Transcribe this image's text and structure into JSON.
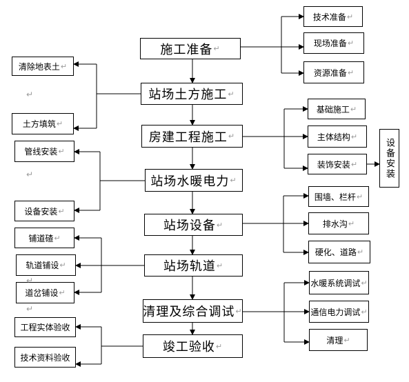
{
  "main_steps": [
    {
      "label": "施工准备",
      "mark": "↵"
    },
    {
      "label": "站场土方施工",
      "mark": "↵"
    },
    {
      "label": "房建工程施工",
      "mark": "↵"
    },
    {
      "label": "站场水暖电力",
      "mark": "↵"
    },
    {
      "label": "站场设备",
      "mark": "↵"
    },
    {
      "label": "站场轨道",
      "mark": "↵"
    },
    {
      "label": "清理及综合调试",
      "mark": "↵"
    },
    {
      "label": "竣工验收",
      "mark": "↵"
    }
  ],
  "prep_items": [
    {
      "label": "技术准备",
      "mark": "↵"
    },
    {
      "label": "现场准备",
      "mark": "↵"
    },
    {
      "label": "资源准备",
      "mark": "↵"
    }
  ],
  "earthwork_items": [
    {
      "label": "清除地表土",
      "mark": "↵"
    },
    {
      "label": "土方填筑",
      "mark": "↵"
    }
  ],
  "building_items": [
    {
      "label": "基础施工",
      "mark": "↵"
    },
    {
      "label": "主体结构",
      "mark": "↵"
    },
    {
      "label": "装饰安装",
      "mark": "↵"
    }
  ],
  "equipment_install_box": {
    "label": "设备安装"
  },
  "hvac_items": [
    {
      "label": "管线安装",
      "mark": "↵"
    },
    {
      "label": "设备安装",
      "mark": "↵"
    }
  ],
  "station_equipment_items": [
    {
      "label": "围墙、栏杆",
      "mark": "↵"
    },
    {
      "label": "排水沟",
      "mark": "↵"
    },
    {
      "label": "硬化、道路",
      "mark": "↵"
    }
  ],
  "track_items": [
    {
      "label": "铺道碴",
      "mark": "↵"
    },
    {
      "label": "轨道铺设",
      "mark": "↵"
    },
    {
      "label": "道岔铺设",
      "mark": "↵"
    }
  ],
  "debug_items": [
    {
      "label": "水暖系统调试",
      "mark": "↵"
    },
    {
      "label": "通信电力调试",
      "mark": "↵"
    },
    {
      "label": "清理",
      "mark": "↵"
    }
  ],
  "acceptance_items": [
    {
      "label": "工程实体验收",
      "mark": ""
    },
    {
      "label": "技术资料验收",
      "mark": ""
    }
  ],
  "stray_marks": [
    "↵",
    "↵",
    "↵",
    "↵"
  ]
}
